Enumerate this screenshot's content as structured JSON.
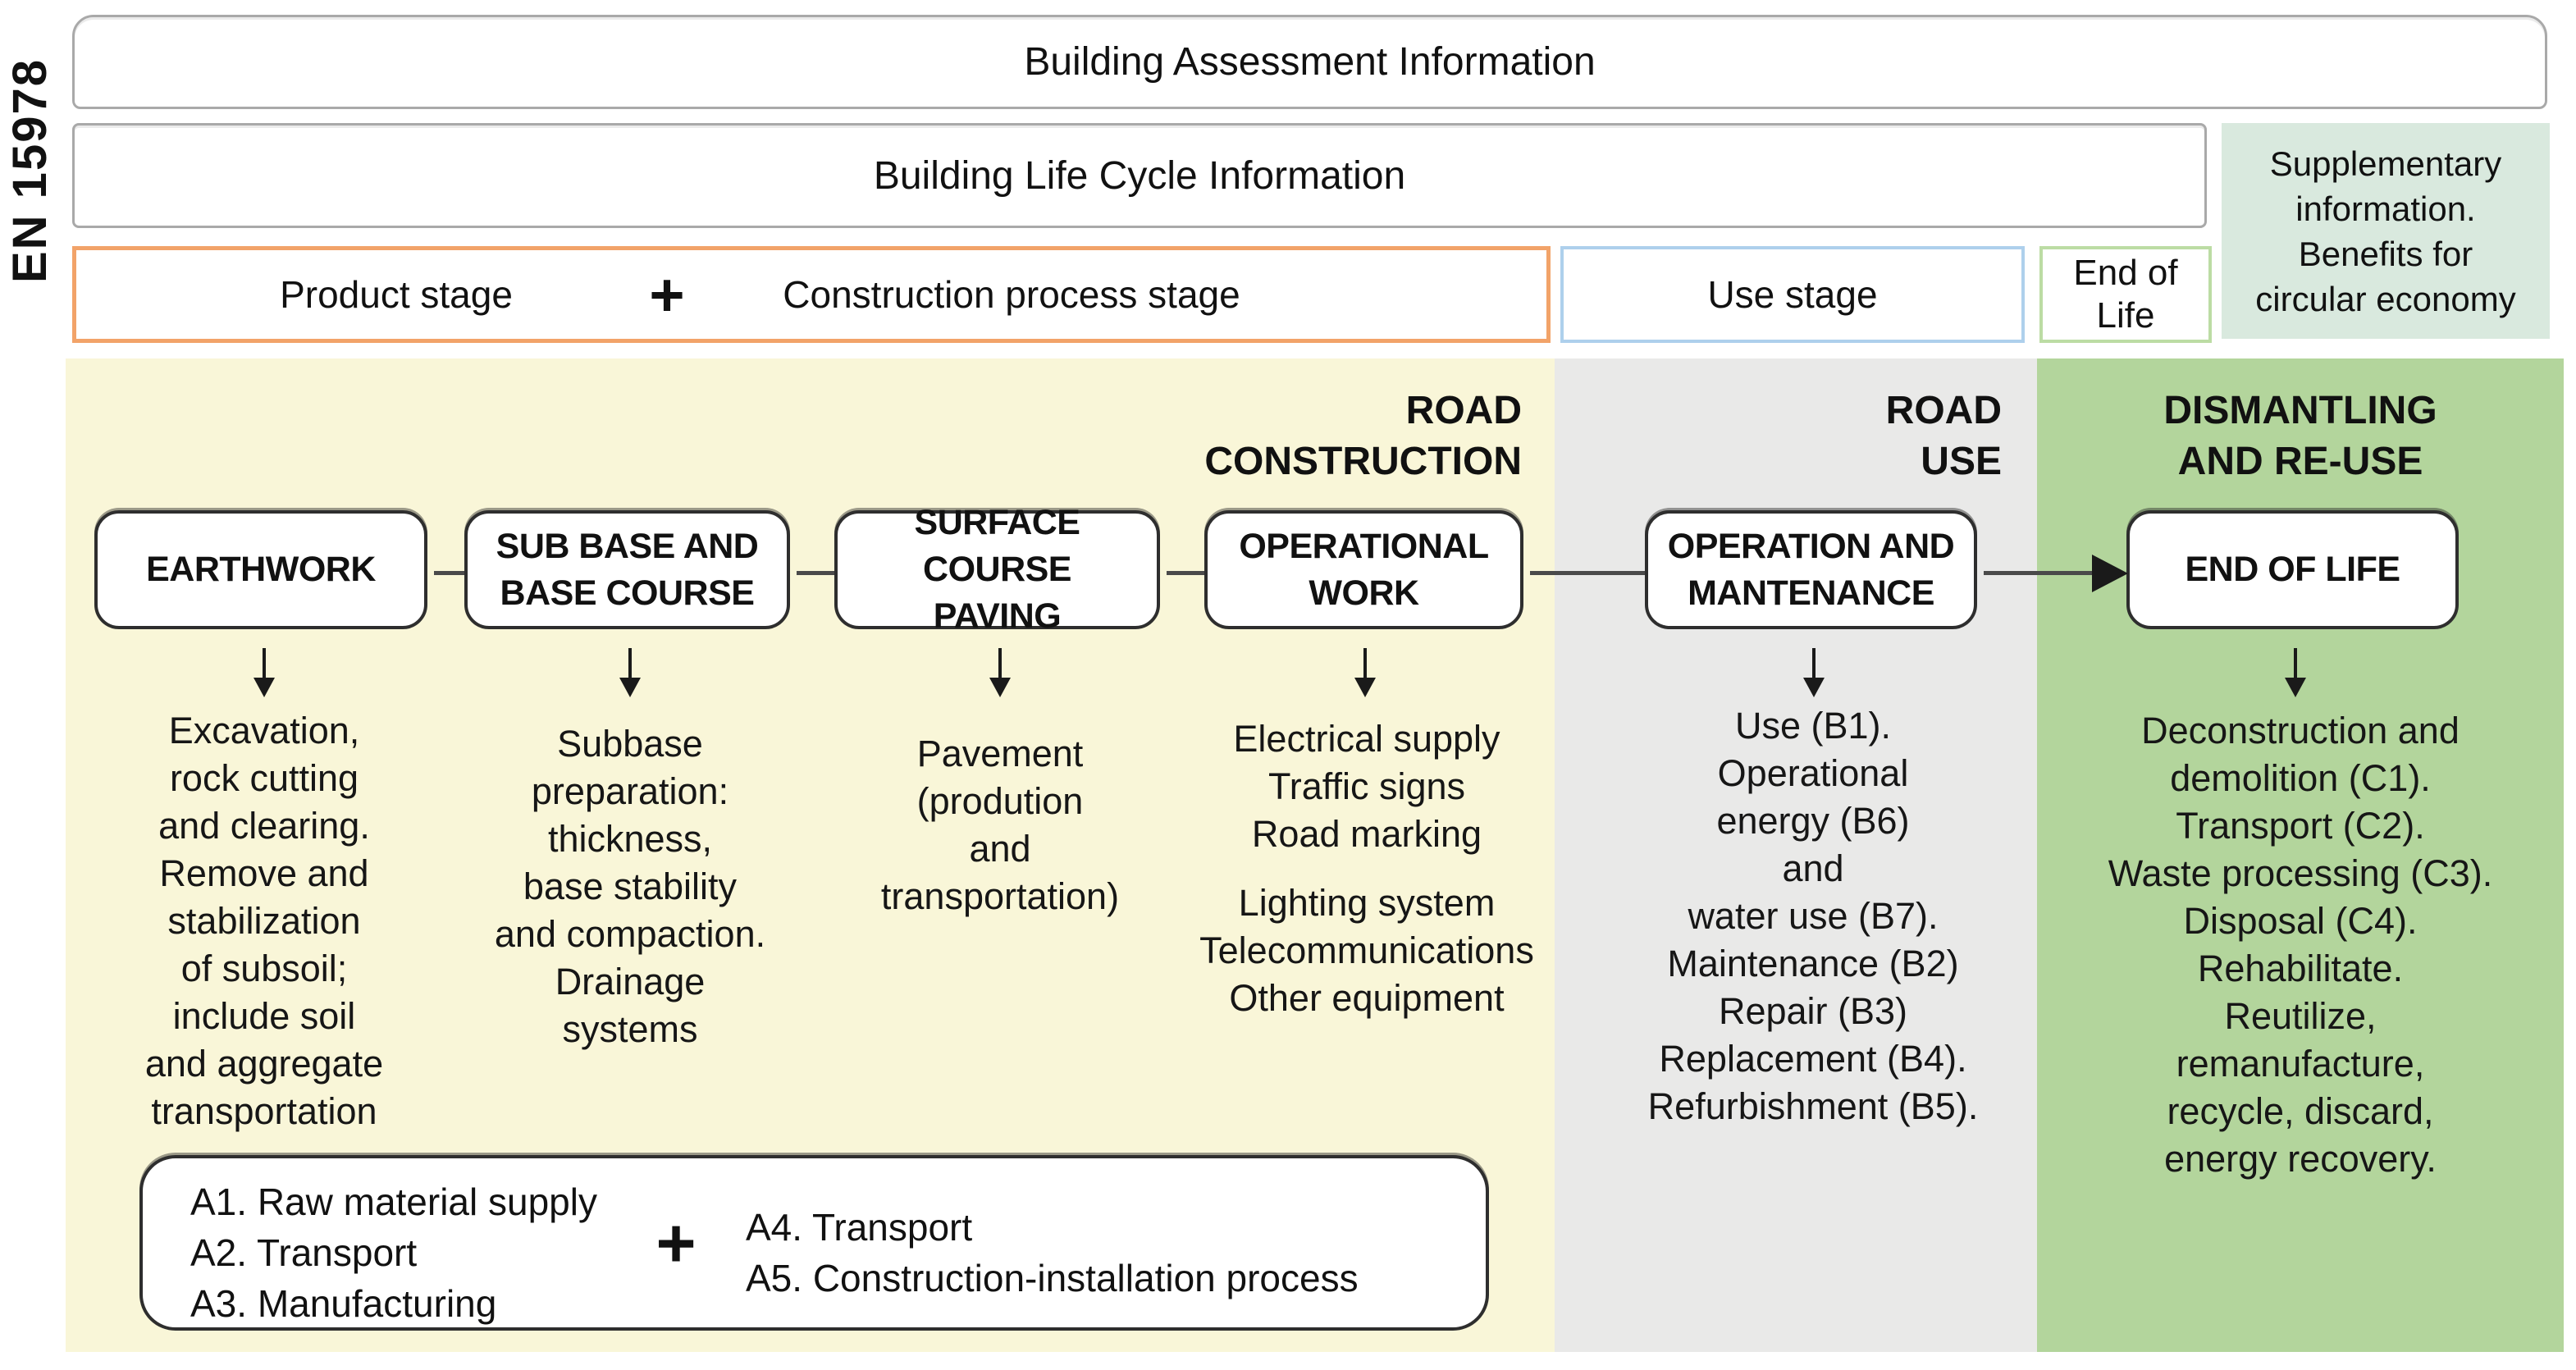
{
  "standard_label": "EN 15978",
  "header": {
    "building_assessment": "Building Assessment Information",
    "building_life_cycle": "Building Life Cycle Information",
    "supplementary_lines": [
      "Supplementary",
      "information.",
      "Benefits for",
      "circular economy"
    ]
  },
  "stage_row": {
    "product_stage": "Product stage",
    "plus": "+",
    "construction_process_stage": "Construction process stage",
    "use_stage": "Use stage",
    "end_of_life_lines": [
      "End of",
      "Life"
    ]
  },
  "section_headers": {
    "road_construction_lines": [
      "ROAD",
      "CONSTRUCTION"
    ],
    "road_use_lines": [
      "ROAD",
      "USE"
    ],
    "dismantling_lines": [
      "DISMANTLING",
      "AND RE-USE"
    ]
  },
  "processes": [
    {
      "title_lines": [
        "EARTHWORK"
      ],
      "description_lines": [
        "Excavation,",
        "rock cutting",
        "and clearing.",
        "Remove and",
        "stabilization",
        "of subsoil;",
        "include soil",
        "and aggregate",
        "transportation"
      ]
    },
    {
      "title_lines": [
        "SUB BASE AND",
        "BASE COURSE"
      ],
      "description_lines": [
        "Subbase",
        "preparation:",
        "thickness,",
        "base stability",
        "and compaction.",
        "Drainage",
        "systems"
      ]
    },
    {
      "title_lines": [
        "SURFACE COURSE",
        "PAVING"
      ],
      "description_lines": [
        "Pavement",
        "(prodution",
        "and",
        "transportation)"
      ]
    },
    {
      "title_lines": [
        "OPERATIONAL",
        "WORK"
      ],
      "description_lines": [
        "Electrical supply",
        "Traffic signs",
        "Road marking",
        "",
        "Lighting system",
        "Telecommunications",
        "Other equipment"
      ]
    },
    {
      "title_lines": [
        "OPERATION AND",
        "MANTENANCE"
      ],
      "description_lines": [
        "Use (B1).",
        "Operational",
        "energy (B6)",
        "and",
        "water use (B7).",
        "Maintenance (B2)",
        "Repair (B3)",
        "Replacement (B4).",
        "Refurbishment (B5)."
      ]
    },
    {
      "title_lines": [
        "END OF LIFE"
      ],
      "description_lines": [
        "Deconstruction and",
        "demolition (C1).",
        "Transport (C2).",
        "Waste processing (C3).",
        "Disposal (C4).",
        "Rehabilitate.",
        "Reutilize,",
        "remanufacture,",
        "recycle, discard,",
        "energy recovery."
      ]
    }
  ],
  "a_module_box": {
    "left_lines": [
      "A1. Raw material supply",
      "A2. Transport",
      "A3. Manufacturing"
    ],
    "plus": "+",
    "right_lines": [
      "A4. Transport",
      "A5. Construction-installation process"
    ]
  },
  "colors": {
    "construction_band": "#f9f6d8",
    "use_band": "#e9e9e8",
    "dismantling_band": "#b3d59c",
    "supplementary_box": "#d9e9de",
    "product_stage_border": "#f2a369",
    "use_stage_border": "#aed0ec",
    "end_of_life_border": "#bcdca4"
  }
}
